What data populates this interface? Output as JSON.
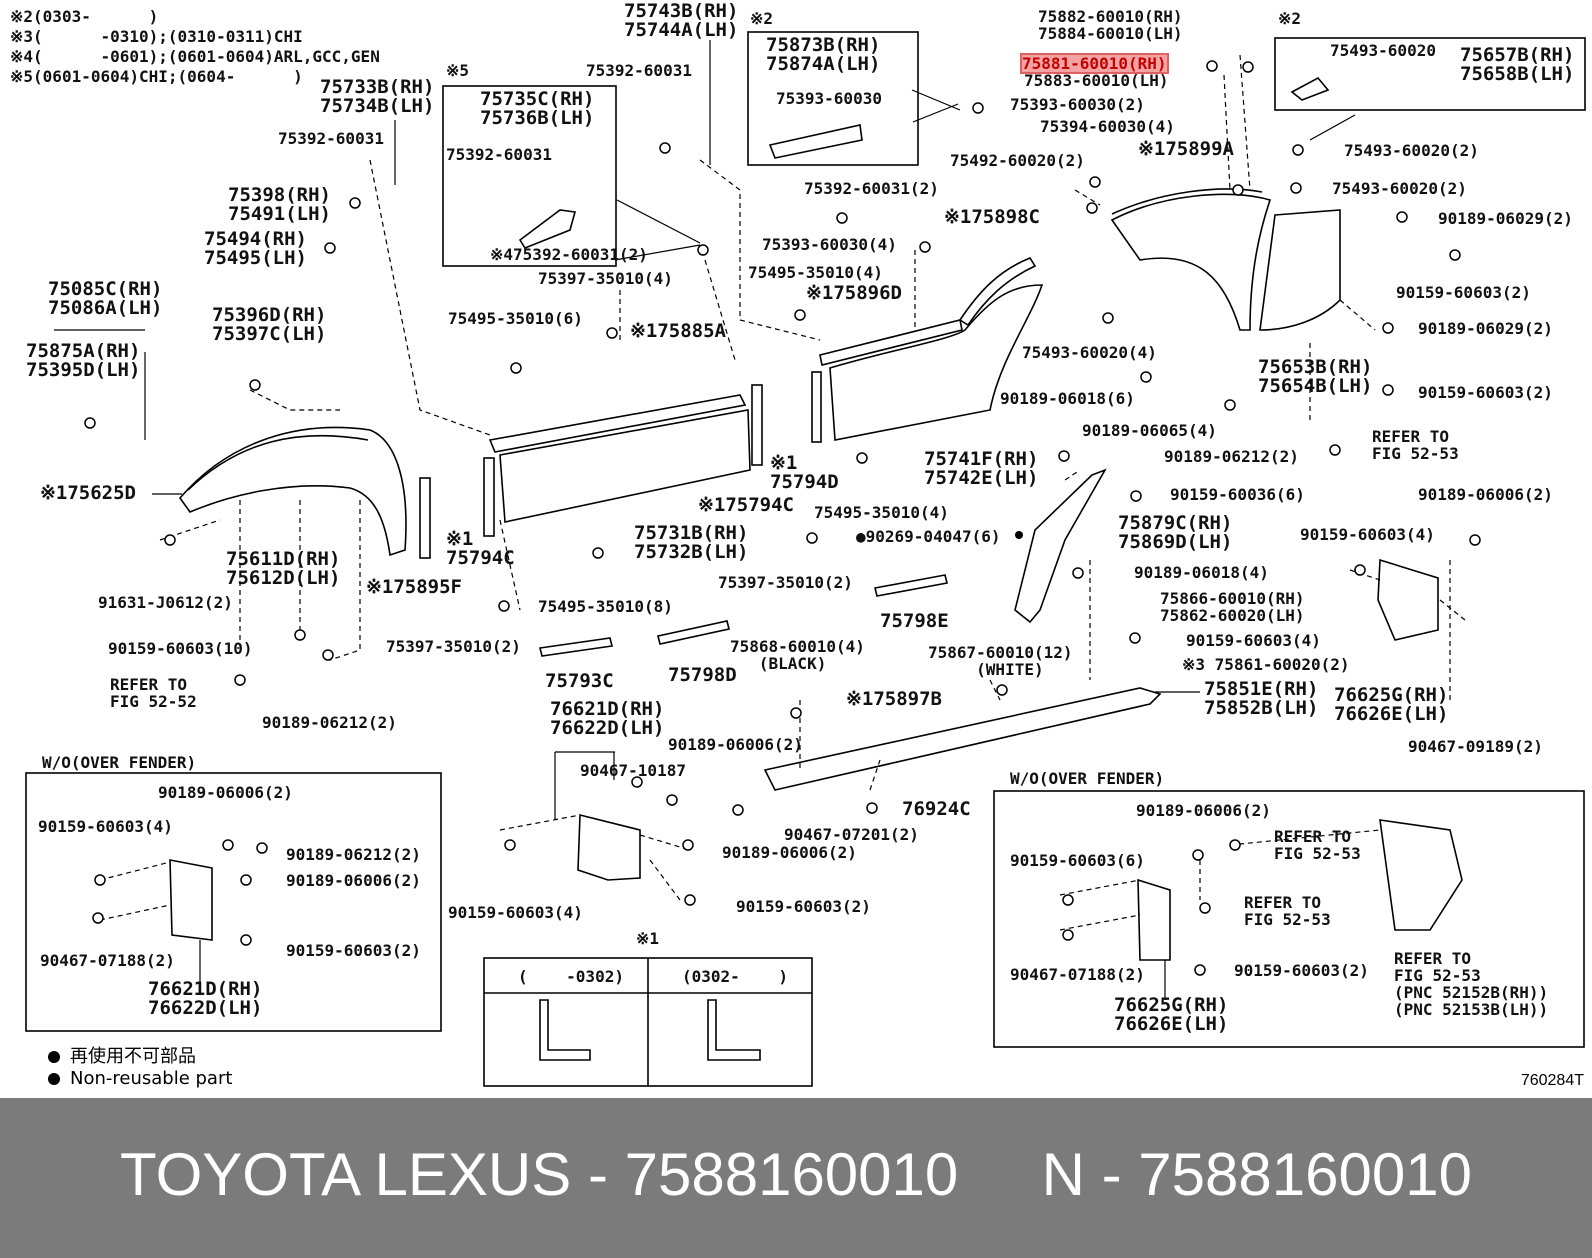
{
  "notes": [
    "※2(0303-      )",
    "※3(      -0310);(0310-0311)CHI",
    "※4(      -0601);(0601-0604)ARL,GCC,GEN",
    "※5(0601-0604)CHI;(0604-      )"
  ],
  "labels": [
    {
      "id": "p75733B",
      "text": "75733B(RH)\n75734B(LH)",
      "big": true
    },
    {
      "id": "p75392a",
      "text": "75392-60031"
    },
    {
      "id": "p75398",
      "text": "75398(RH)\n75491(LH)",
      "big": true
    },
    {
      "id": "p75494",
      "text": "75494(RH)\n75495(LH)",
      "big": true
    },
    {
      "id": "p75085",
      "text": "75085C(RH)\n75086A(LH)",
      "big": true
    },
    {
      "id": "p75875",
      "text": "75875A(RH)\n75395D(LH)",
      "big": true
    },
    {
      "id": "p75396",
      "text": "75396D(RH)\n75397C(LH)",
      "big": true
    },
    {
      "id": "p75625",
      "text": "※175625D",
      "big": true
    },
    {
      "id": "p75611",
      "text": "75611D(RH)\n75612D(LH)",
      "big": true
    },
    {
      "id": "p75895F",
      "text": "※175895F",
      "big": true
    },
    {
      "id": "p91631",
      "text": "91631-J0612(2)"
    },
    {
      "id": "p90159a",
      "text": "90159-60603(10)"
    },
    {
      "id": "pref1",
      "text": "REFER TO\nFIG 52-52"
    },
    {
      "id": "p90189a",
      "text": "90189-06212(2)"
    },
    {
      "id": "p5mark",
      "text": "※5"
    },
    {
      "id": "p75735",
      "text": "75735C(RH)\n75736B(LH)",
      "big": true
    },
    {
      "id": "p75392b",
      "text": "75392-60031"
    },
    {
      "id": "p75392c",
      "text": "※475392-60031(2)"
    },
    {
      "id": "p75743",
      "text": "75743B(RH)\n75744A(LH)",
      "big": true
    },
    {
      "id": "p75392d",
      "text": "75392-60031"
    },
    {
      "id": "p75397a",
      "text": "75397-35010(4)"
    },
    {
      "id": "p75495a",
      "text": "75495-35010(6)"
    },
    {
      "id": "p75885",
      "text": "※175885A",
      "big": true
    },
    {
      "id": "p75794C1",
      "text": "※1\n75794C",
      "big": true
    },
    {
      "id": "p75794C2",
      "text": "※175794C",
      "big": true
    },
    {
      "id": "p75731",
      "text": "75731B(RH)\n75732B(LH)",
      "big": true
    },
    {
      "id": "p75495b",
      "text": "75495-35010(8)"
    },
    {
      "id": "p75397b",
      "text": "75397-35010(2)"
    },
    {
      "id": "p75793",
      "text": "75793C",
      "big": true
    },
    {
      "id": "p75798D",
      "text": "75798D",
      "big": true
    },
    {
      "id": "p2markA",
      "text": "※2"
    },
    {
      "id": "p75873",
      "text": "75873B(RH)\n75874A(LH)",
      "big": true
    },
    {
      "id": "p75393a",
      "text": "75393-60030"
    },
    {
      "id": "p75392e",
      "text": "75392-60031(2)"
    },
    {
      "id": "p75393b",
      "text": "75393-60030(4)"
    },
    {
      "id": "p75495c",
      "text": "75495-35010(4)"
    },
    {
      "id": "p75896",
      "text": "※175896D",
      "big": true
    },
    {
      "id": "p75898",
      "text": "※175898C",
      "big": true
    },
    {
      "id": "p75794D",
      "text": "※1\n75794D",
      "big": true
    },
    {
      "id": "p75495d",
      "text": "75495-35010(4)"
    },
    {
      "id": "p75741",
      "text": "75741F(RH)\n75742E(LH)",
      "big": true
    },
    {
      "id": "p90269",
      "text": "●90269-04047(6)"
    },
    {
      "id": "p75397c",
      "text": "75397-35010(2)"
    },
    {
      "id": "p75798E",
      "text": "75798E",
      "big": true
    },
    {
      "id": "p75882",
      "text": "75882-60010(RH)\n75884-60010(LH)"
    },
    {
      "id": "p75881",
      "text": "75881-60010(RH)",
      "hl": true
    },
    {
      "id": "p75883",
      "text": "75883-60010(LH)"
    },
    {
      "id": "p75393c",
      "text": "75393-60030(2)"
    },
    {
      "id": "p75394",
      "text": "75394-60030(4)"
    },
    {
      "id": "p75492",
      "text": "75492-60020(2)"
    },
    {
      "id": "p75899",
      "text": "※175899A",
      "big": true
    },
    {
      "id": "p2markB",
      "text": "※2"
    },
    {
      "id": "p75493a",
      "text": "75493-60020"
    },
    {
      "id": "p75657",
      "text": "75657B(RH)\n75658B(LH)",
      "big": true
    },
    {
      "id": "p75493b",
      "text": "75493-60020(2)"
    },
    {
      "id": "p75493c",
      "text": "75493-60020(2)"
    },
    {
      "id": "p90189b",
      "text": "90189-06029(2)"
    },
    {
      "id": "p90159b",
      "text": "90159-60603(2)"
    },
    {
      "id": "p90189c",
      "text": "90189-06029(2)"
    },
    {
      "id": "p75493d",
      "text": "75493-60020(4)"
    },
    {
      "id": "p75653",
      "text": "75653B(RH)\n75654B(LH)",
      "big": true
    },
    {
      "id": "p90159c",
      "text": "90159-60603(2)"
    },
    {
      "id": "p90189d",
      "text": "90189-06018(6)"
    },
    {
      "id": "p90189e",
      "text": "90189-06065(4)"
    },
    {
      "id": "p90189f",
      "text": "90189-06212(2)"
    },
    {
      "id": "pref2",
      "text": "REFER TO\nFIG 52-53"
    },
    {
      "id": "p90159d",
      "text": "90159-60036(6)"
    },
    {
      "id": "p75879",
      "text": "75879C(RH)\n75869D(LH)",
      "big": true
    },
    {
      "id": "p90189g",
      "text": "90189-06018(4)"
    },
    {
      "id": "p75866",
      "text": "75866-60010(RH)\n75862-60020(LH)"
    },
    {
      "id": "p90159e",
      "text": "90159-60603(4)"
    },
    {
      "id": "p75861",
      "text": "※3 75861-60020(2)"
    },
    {
      "id": "p75851",
      "text": "75851E(RH)\n75852B(LH)",
      "big": true
    },
    {
      "id": "p90189h",
      "text": "90189-06006(2)"
    },
    {
      "id": "p90159f",
      "text": "90159-60603(4)"
    },
    {
      "id": "p76625a",
      "text": "76625G(RH)\n76626E(LH)",
      "big": true
    },
    {
      "id": "p90467a",
      "text": "90467-09189(2)"
    },
    {
      "id": "p75868",
      "text": "75868-60010(4)\n   (BLACK)"
    },
    {
      "id": "p75867",
      "text": "75867-60010(12)\n     (WHITE)"
    },
    {
      "id": "p75897",
      "text": "※175897B",
      "big": true
    },
    {
      "id": "p76621a",
      "text": "76621D(RH)\n76622D(LH)",
      "big": true
    },
    {
      "id": "p90467b",
      "text": "90467-10187"
    },
    {
      "id": "p90189i",
      "text": "90189-06006(2)"
    },
    {
      "id": "p90467c",
      "text": "90467-07201(2)"
    },
    {
      "id": "p76924",
      "text": "76924C",
      "big": true
    },
    {
      "id": "p90189j",
      "text": "90189-06006(2)"
    },
    {
      "id": "p90159g",
      "text": "90159-60603(4)"
    },
    {
      "id": "p90159h",
      "text": "90159-60603(2)"
    },
    {
      "id": "pwo1",
      "text": "W/O(OVER FENDER)"
    },
    {
      "id": "p90189k",
      "text": "90189-06006(2)"
    },
    {
      "id": "p90159i",
      "text": "90159-60603(4)"
    },
    {
      "id": "p90189l",
      "text": "90189-06212(2)"
    },
    {
      "id": "p90189m",
      "text": "90189-06006(2)"
    },
    {
      "id": "p90467d",
      "text": "90467-07188(2)"
    },
    {
      "id": "p90159j",
      "text": "90159-60603(2)"
    },
    {
      "id": "p76621b",
      "text": "76621D(RH)\n76622D(LH)",
      "big": true
    },
    {
      "id": "p1mark",
      "text": "※1"
    },
    {
      "id": "prange1",
      "text": "(    -0302)"
    },
    {
      "id": "prange2",
      "text": "(0302-    )"
    },
    {
      "id": "pwo2",
      "text": "W/O(OVER FENDER)"
    },
    {
      "id": "p90189n",
      "text": "90189-06006(2)"
    },
    {
      "id": "pref3",
      "text": "REFER TO\nFIG 52-53"
    },
    {
      "id": "p90159k",
      "text": "90159-60603(6)"
    },
    {
      "id": "pref4",
      "text": "REFER TO\nFIG 52-53"
    },
    {
      "id": "p90467e",
      "text": "90467-07188(2)"
    },
    {
      "id": "p90159l",
      "text": "90159-60603(2)"
    },
    {
      "id": "p76625b",
      "text": "76625G(RH)\n76626E(LH)",
      "big": true
    },
    {
      "id": "pref5",
      "text": "REFER TO\nFIG 52-53\n(PNC 52152B(RH))\n(PNC 52153B(LH))"
    }
  ],
  "legend": {
    "line1": "再使用不可部品",
    "line2": "Non-reusable part"
  },
  "figure_number": "760284T",
  "footer": {
    "title": "TOYOTA LEXUS - 7588160010     N - 7588160010"
  }
}
